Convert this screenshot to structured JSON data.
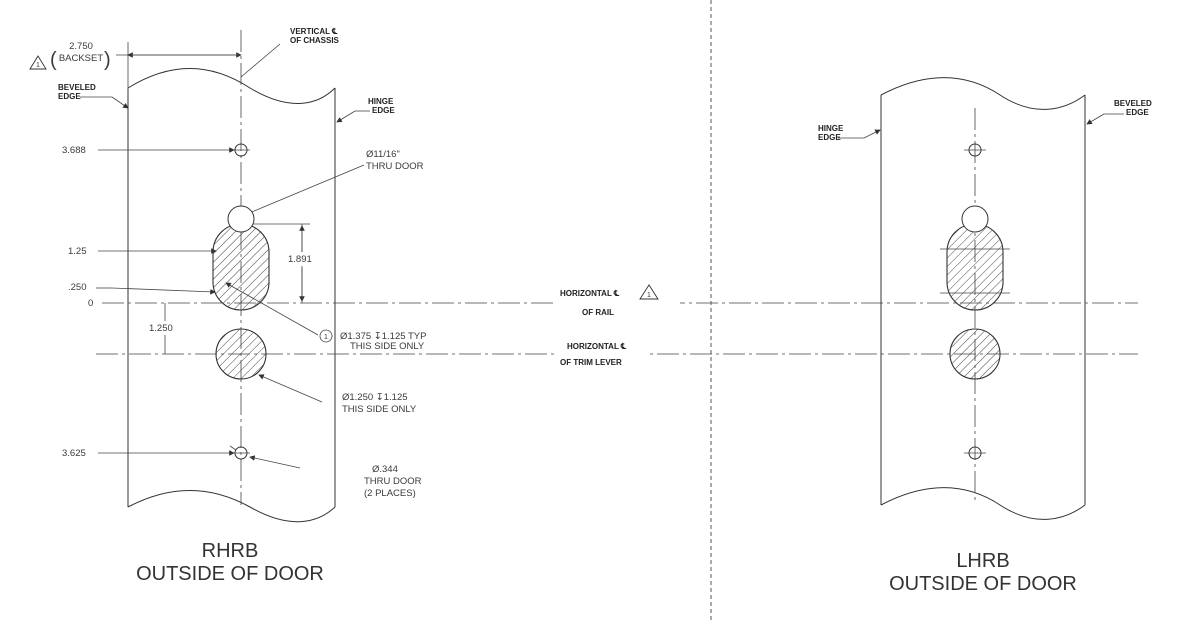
{
  "rhrb": {
    "backset_value": "2.750",
    "backset_label": "BACKSET",
    "rev_mark": "1",
    "vertical_cl_line1": "VERTICAL ℄",
    "vertical_cl_line2": "OF CHASSIS",
    "beveled_edge_line1": "BEVELED",
    "beveled_edge_line2": "EDGE",
    "hinge_edge_line1": "HINGE",
    "hinge_edge_line2": "EDGE",
    "dim_3688": "3.688",
    "dim_125": "1.25",
    "dim_250": ".250",
    "dim_0": "0",
    "dim_1250": "1.250",
    "dim_1891": "1.891",
    "dim_3625": "3.625",
    "note_hole_top_line1": "Ø11/16\"",
    "note_hole_top_line2": "THRU DOOR",
    "note_slot_mark": "1",
    "note_slot_line1": "Ø1.375 ↧1.125  TYP",
    "note_slot_line2": "THIS SIDE ONLY",
    "note_round_line1": "Ø1.250 ↧1.125",
    "note_round_line2": "THIS SIDE ONLY",
    "note_small_line1": "Ø.344",
    "note_small_line2": "THRU DOOR",
    "note_small_line3": "(2 PLACES)",
    "title_line1": "RHRB",
    "title_line2": "OUTSIDE OF DOOR"
  },
  "center": {
    "horiz_rail_line1": "HORIZONTAL ℄",
    "horiz_rail_line2": "OF RAIL",
    "horiz_rail_mark": "1",
    "horiz_trim_line1": "HORIZONTAL ℄",
    "horiz_trim_line2": "OF TRIM LEVER"
  },
  "lhrb": {
    "hinge_edge_line1": "HINGE",
    "hinge_edge_line2": "EDGE",
    "beveled_edge_line1": "BEVELED",
    "beveled_edge_line2": "EDGE",
    "title_line1": "LHRB",
    "title_line2": "OUTSIDE OF DOOR"
  }
}
